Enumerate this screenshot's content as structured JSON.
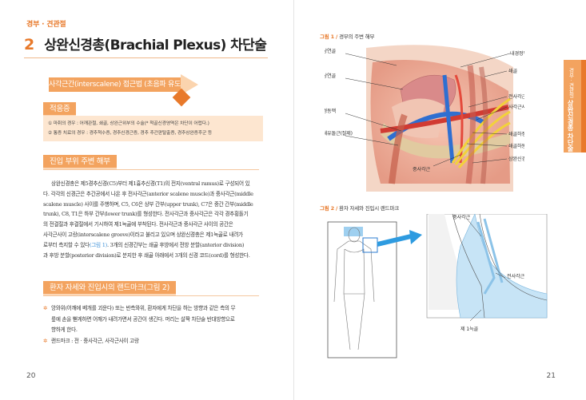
{
  "left_page": {
    "section_tag": "경부 · 견관절",
    "chapter_number": "2",
    "chapter_title": "상완신경총(Brachial Plexus) 차단술",
    "approach_banner": "사각근간(interscalene) 접근법 (초음파 유도하)",
    "indications": {
      "heading": "적응증",
      "items": [
        "① 마취의 경우 : 어깨관절, 쇄골, 상완근위부의 수술(* 척골신경영역은 차단이 어렵다.)",
        "② 통증 치료의 경우 : 경추척수증, 경추신경근증, 경추 추간판탈출증, 경추상완증후군 등"
      ]
    },
    "anatomy": {
      "heading": "진입 부위 주변 해부",
      "lines": [
        "상완신경총은 제5경추신경(C5)부터 제1흉추신경(T1)의 전지(ventral ramus)로 구성되어 있",
        "다. 각각의 신경근은 추간공에서 나온 후 전사각근(anterior scalene muscle)과 중사각근(middle",
        "scalene muscle) 사이를 주행하며, C5, C6은 상부 간부(upper trunk), C7은 중간 간부(middle",
        "trunk), C8, T1은 하부 간부(lower trunk)를 형성한다. 전사각근과 중사각근은 각각 경추횡돌기",
        "의 전결절과 후결절에서 기시하여 제1늑골에 부착된다. 전사각근과 중사각근 사이의 공간은",
        "사각근사이 고랑(interscalene groove)이라고 불리고 있으며 상완신경총은 제1늑골로 내려가",
        "로부터 측지할 수 있다",
        "(그림 1)",
        ". 3개의 신경간부는 쇄골 후방에서 전방 분할(anterior division)",
        "과 후방 분할(posterior division)로 분지한 후 쇄골 아래에서 3개의 신경 코드(cord)를 형성한다."
      ]
    },
    "position": {
      "heading": "환자 자세와 진입시의 랜드마크(그림 2)",
      "bullets": [
        "앙와위(어깨에 베개를 괴운다) 또는 반측와위, 환자에게 차단을 하는 방향과 같은 측의 무",
        "릎에 손을 뻗게하면 어깨가 내려가면서 공간이 생긴다. 머리는 살짝 차단술 반대방향으로",
        "향하게 한다.",
        "랜드마크 : 전 · 중사각근, 사각근사이 고랑"
      ]
    },
    "page_number": "20"
  },
  "right_page": {
    "figure1": {
      "label": "그림 1 /",
      "caption": "경부의 주변 해부",
      "labels_left": [
        "윤상연골",
        "갑상연골",
        "총경동맥",
        "흉쇄유돌근(절제)"
      ],
      "labels_right": [
        "내경정맥",
        "쇄골",
        "전사각근",
        "사각근사이 고랑",
        "쇄골하정맥",
        "쇄골하동맥",
        "상완신경총"
      ],
      "label_bottom": "중사각근"
    },
    "figure2": {
      "label": "그림 2 /",
      "caption": "환자 자세와 진입시 랜드마크",
      "labels": [
        "중사각근",
        "전사각근",
        "제 1늑골"
      ]
    },
    "side_tab": {
      "small": "경부 · 견관절",
      "big": "상완신경총 차단술"
    },
    "page_number": "21"
  }
}
